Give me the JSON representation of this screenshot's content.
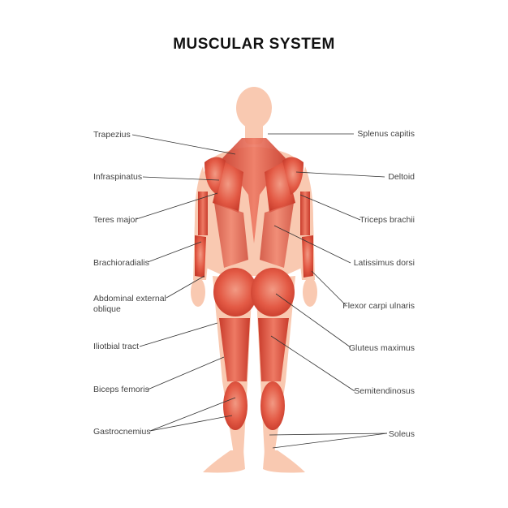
{
  "title": "MUSCULAR SYSTEM",
  "colors": {
    "skin": "#f9c9b1",
    "skin_dark": "#f2b49a",
    "muscle": "#e1533f",
    "muscle_dark": "#c93c2c",
    "muscle_light": "#f08a74",
    "leader_line": "#333333"
  },
  "labels_left": [
    {
      "key": "trapezius",
      "text": "Trapezius"
    },
    {
      "key": "infraspinatus",
      "text": "Infraspinatus"
    },
    {
      "key": "teres_major",
      "text": "Teres major"
    },
    {
      "key": "brachioradialis",
      "text": "Brachioradialis"
    },
    {
      "key": "abdominal_external_oblique",
      "text": "Abdominal external oblique"
    },
    {
      "key": "iliotibial_tract",
      "text": "Iliotbial tract"
    },
    {
      "key": "biceps_femoris",
      "text": "Biceps femoris"
    },
    {
      "key": "gastrocnemius",
      "text": "Gastrocnemius"
    }
  ],
  "labels_right": [
    {
      "key": "splenus_capitis",
      "text": "Splenus capitis"
    },
    {
      "key": "deltoid",
      "text": "Deltoid"
    },
    {
      "key": "triceps_brachii",
      "text": "Triceps brachii"
    },
    {
      "key": "latissimus_dorsi",
      "text": "Latissimus dorsi"
    },
    {
      "key": "flexor_carpi_ulnaris",
      "text": "Flexor carpi ulnaris"
    },
    {
      "key": "gluteus_maximus",
      "text": "Gluteus maximus"
    },
    {
      "key": "semitendinosus",
      "text": "Semitendinosus"
    },
    {
      "key": "soleus",
      "text": "Soleus"
    }
  ]
}
